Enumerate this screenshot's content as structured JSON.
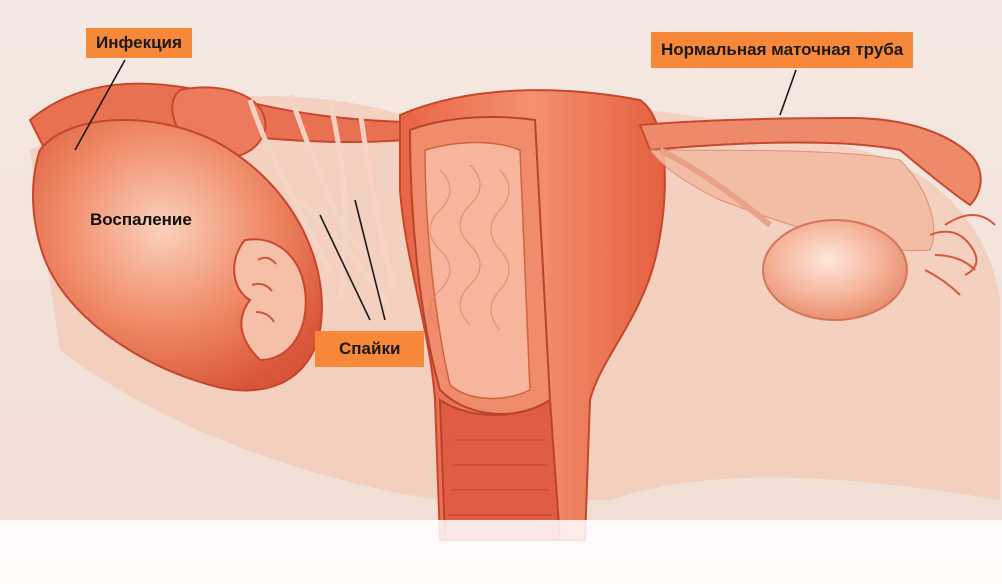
{
  "labels": {
    "infection": "Инфекция",
    "normal_tube": "Нормальная маточная труба",
    "inflammation": "Воспаление",
    "adhesions": "Спайки"
  },
  "colors": {
    "label_background": "#f7883a",
    "tissue": "#ef7a5c",
    "tissue_light": "#f6b59c",
    "background": "#f3ebe6"
  }
}
